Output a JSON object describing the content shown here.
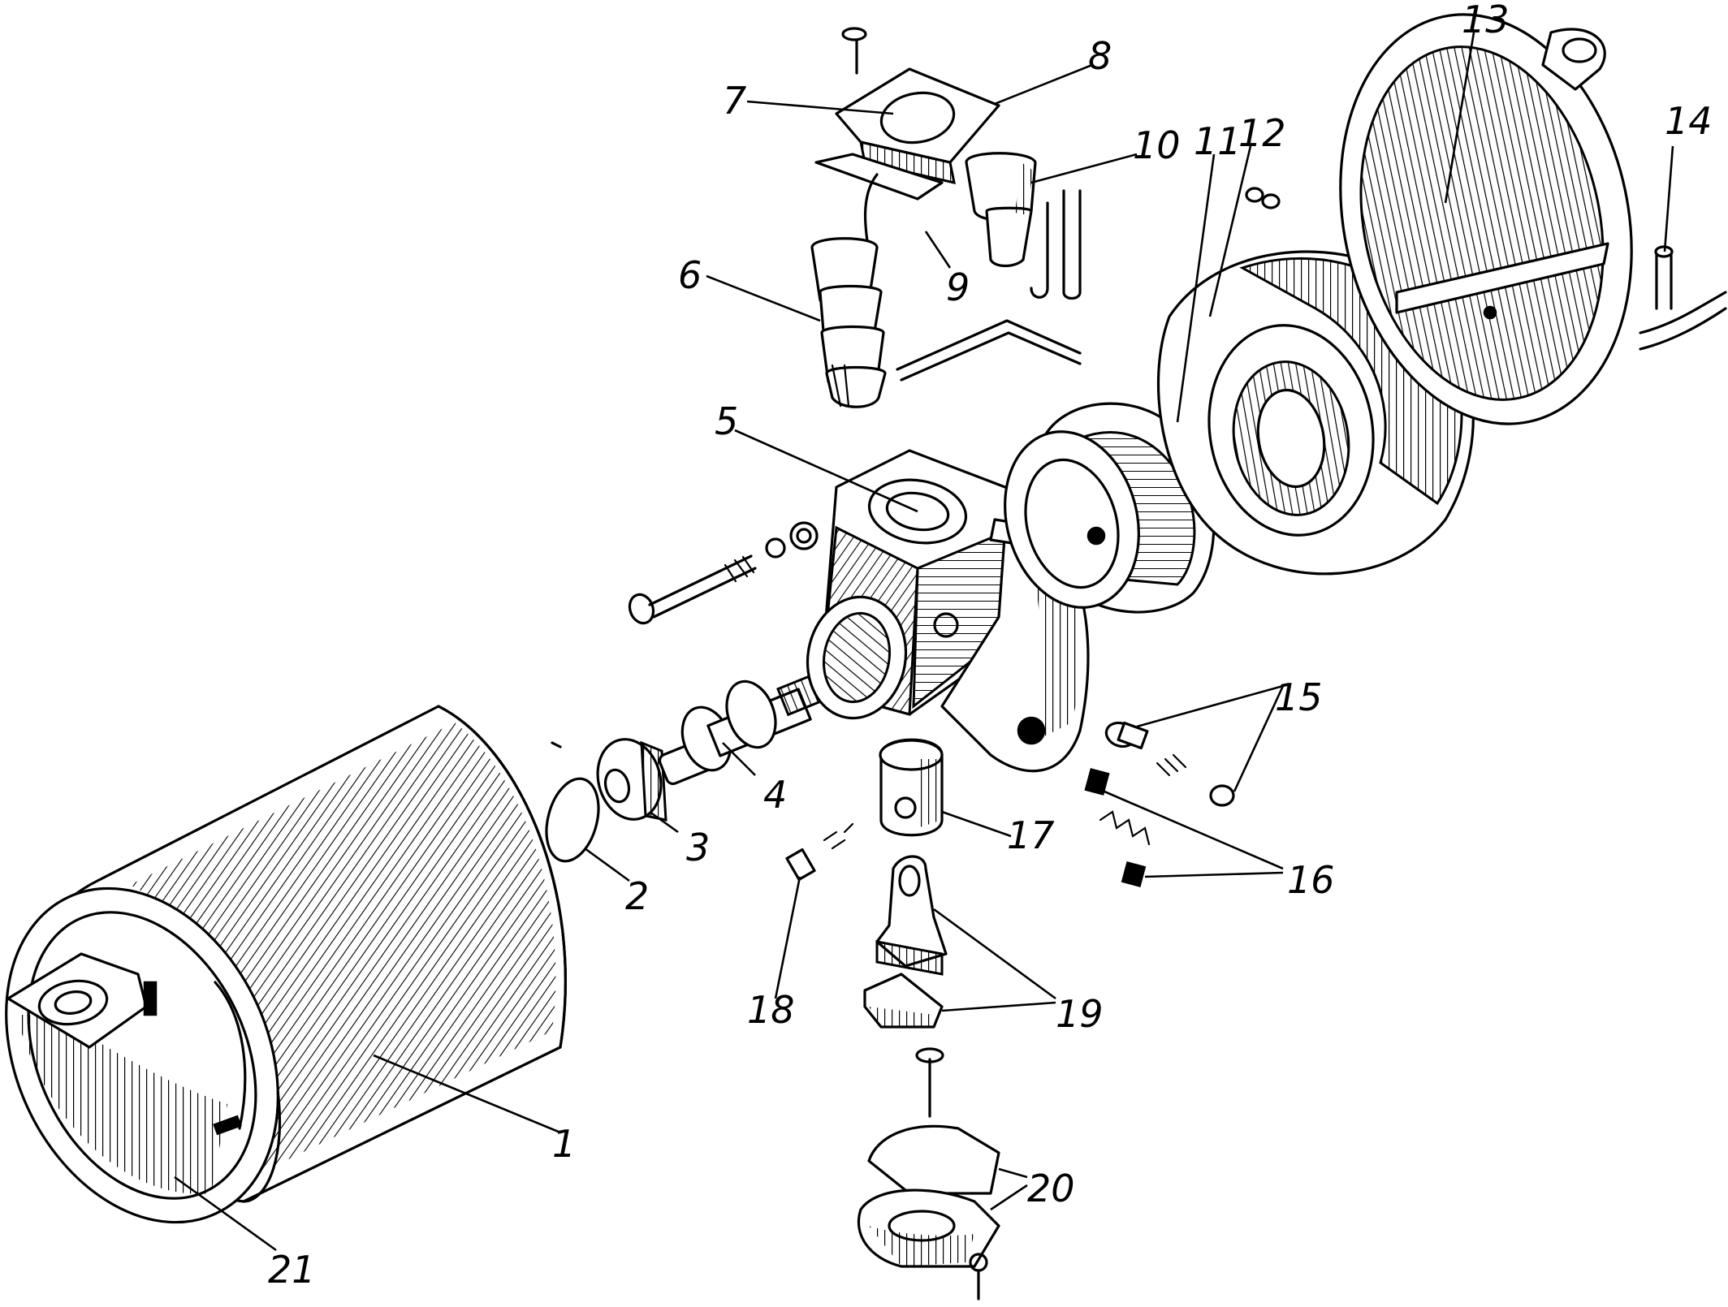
{
  "diagram": {
    "callouts": [
      {
        "id": "1",
        "label": "1"
      },
      {
        "id": "2",
        "label": "2"
      },
      {
        "id": "3",
        "label": "3"
      },
      {
        "id": "4",
        "label": "4"
      },
      {
        "id": "5",
        "label": "5"
      },
      {
        "id": "6",
        "label": "6"
      },
      {
        "id": "7",
        "label": "7"
      },
      {
        "id": "8",
        "label": "8"
      },
      {
        "id": "9",
        "label": "9"
      },
      {
        "id": "10",
        "label": "10"
      },
      {
        "id": "11",
        "label": "11"
      },
      {
        "id": "12",
        "label": "12"
      },
      {
        "id": "13",
        "label": "13"
      },
      {
        "id": "14",
        "label": "14"
      },
      {
        "id": "15",
        "label": "15"
      },
      {
        "id": "16",
        "label": "16"
      },
      {
        "id": "17",
        "label": "17"
      },
      {
        "id": "18",
        "label": "18"
      },
      {
        "id": "19",
        "label": "19"
      },
      {
        "id": "20",
        "label": "20"
      },
      {
        "id": "21",
        "label": "21"
      }
    ],
    "colors": {
      "ink": "#000000",
      "paper": "#ffffff"
    }
  }
}
